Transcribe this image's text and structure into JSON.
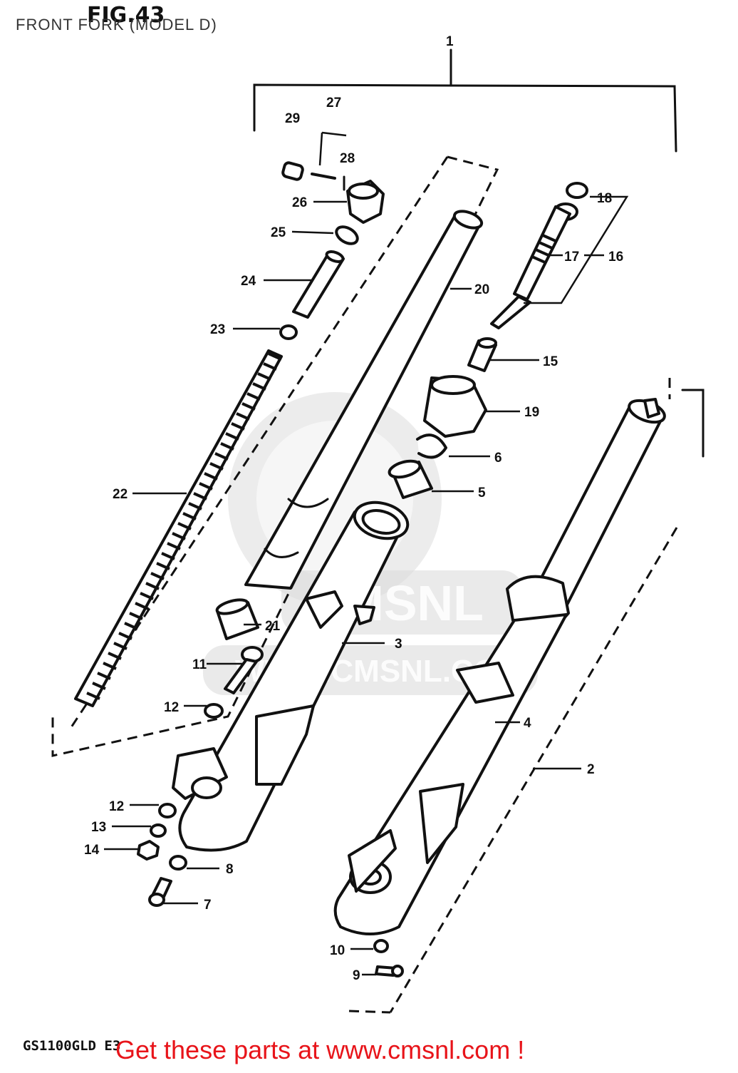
{
  "header": {
    "caption": "FRONT FORK (MODEL D)",
    "figure": "FIG.43"
  },
  "footer": {
    "model_code": "GS1100GLD E3",
    "promo": "Get these parts at www.cmsnl.com !"
  },
  "watermark": {
    "text": "CMSNL",
    "url": "WWW.CMSNL.COM"
  },
  "callouts": [
    "1",
    "2",
    "3",
    "4",
    "5",
    "6",
    "7",
    "8",
    "9",
    "10",
    "11",
    "12",
    "12",
    "13",
    "14",
    "15",
    "16",
    "17",
    "18",
    "19",
    "20",
    "21",
    "22",
    "23",
    "24",
    "25",
    "26",
    "27",
    "28",
    "29"
  ],
  "colors": {
    "ink": "#111111",
    "promo": "#e8141a",
    "watermark": "#dcdcdc",
    "background": "#ffffff"
  }
}
